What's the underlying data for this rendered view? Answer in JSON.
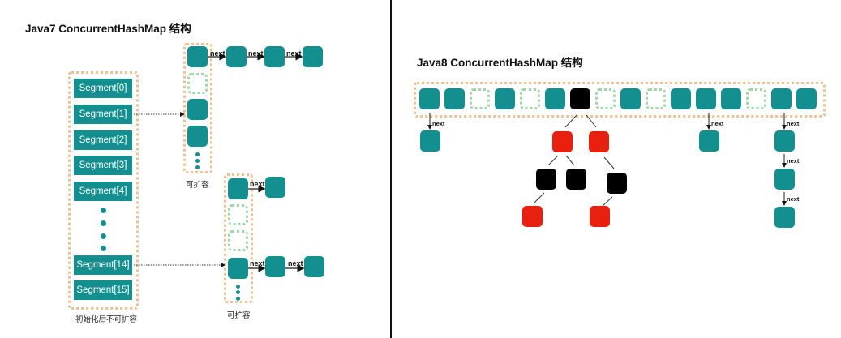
{
  "java7": {
    "title": "Java7 ConcurrentHashMap 结构",
    "segments": [
      "Segment[0]",
      "Segment[1]",
      "Segment[2]",
      "Segment[3]",
      "Segment[4]",
      "Segment[14]",
      "Segment[15]"
    ],
    "segments_caption": "初始化后不可扩容",
    "table_caption": "可扩容",
    "next_label": "next"
  },
  "java8": {
    "title": "Java8 ConcurrentHashMap 结构",
    "slots": [
      "teal",
      "teal",
      "empty",
      "teal",
      "empty",
      "teal",
      "black",
      "empty",
      "teal",
      "empty",
      "teal",
      "teal",
      "teal",
      "empty",
      "teal",
      "teal"
    ],
    "next_label": "next"
  },
  "colors": {
    "teal": "#138f8f",
    "red": "#e8200f",
    "black": "#000000",
    "orange_dotted": "#f0c090",
    "green_dotted": "#9fd7a8"
  }
}
